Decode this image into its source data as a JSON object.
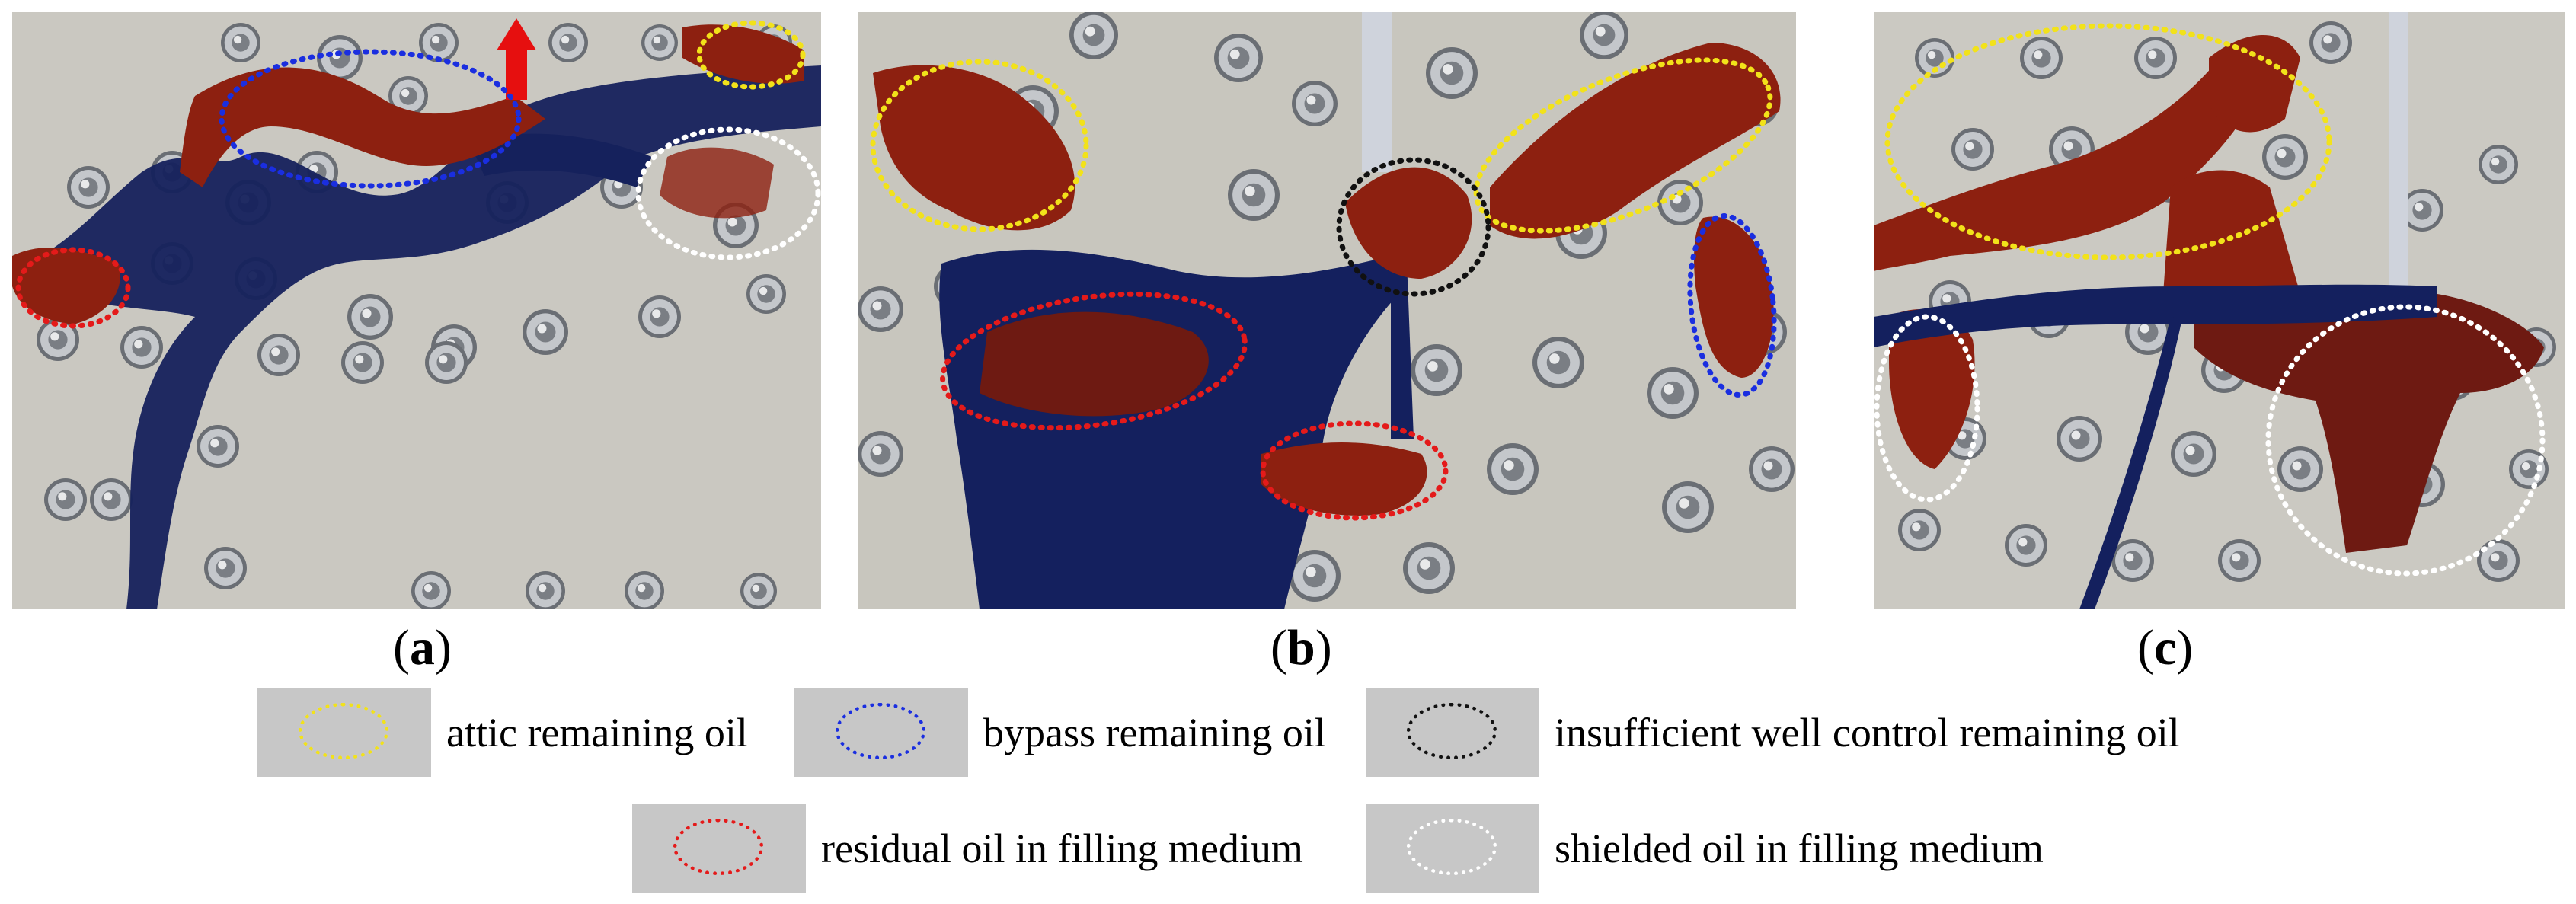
{
  "panels": [
    {
      "id": "a",
      "label": "a"
    },
    {
      "id": "b",
      "label": "b"
    },
    {
      "id": "c",
      "label": "c"
    }
  ],
  "legend": [
    {
      "key": "attic",
      "text": "attic remaining  oil",
      "color": "#f2e21a"
    },
    {
      "key": "bypass",
      "text": "bypass remaining  oil",
      "color": "#1a2ee0"
    },
    {
      "key": "well",
      "text": "insufficient well control remaining  oil",
      "color": "#111111"
    },
    {
      "key": "residual",
      "text": "residual oil in filling  medium",
      "color": "#e41a1a"
    },
    {
      "key": "shielded",
      "text": "shielded oil in filling  medium",
      "color": "#ffffff"
    }
  ],
  "colors": {
    "oil": "#8e1f12",
    "water": "#14205e",
    "plate": "#c9c7c0",
    "arrow": "#e60f0f",
    "well": "#cfd3dc"
  },
  "icons": {
    "bolt": "bolt-head-icon",
    "arrow": "arrow-up-icon"
  }
}
